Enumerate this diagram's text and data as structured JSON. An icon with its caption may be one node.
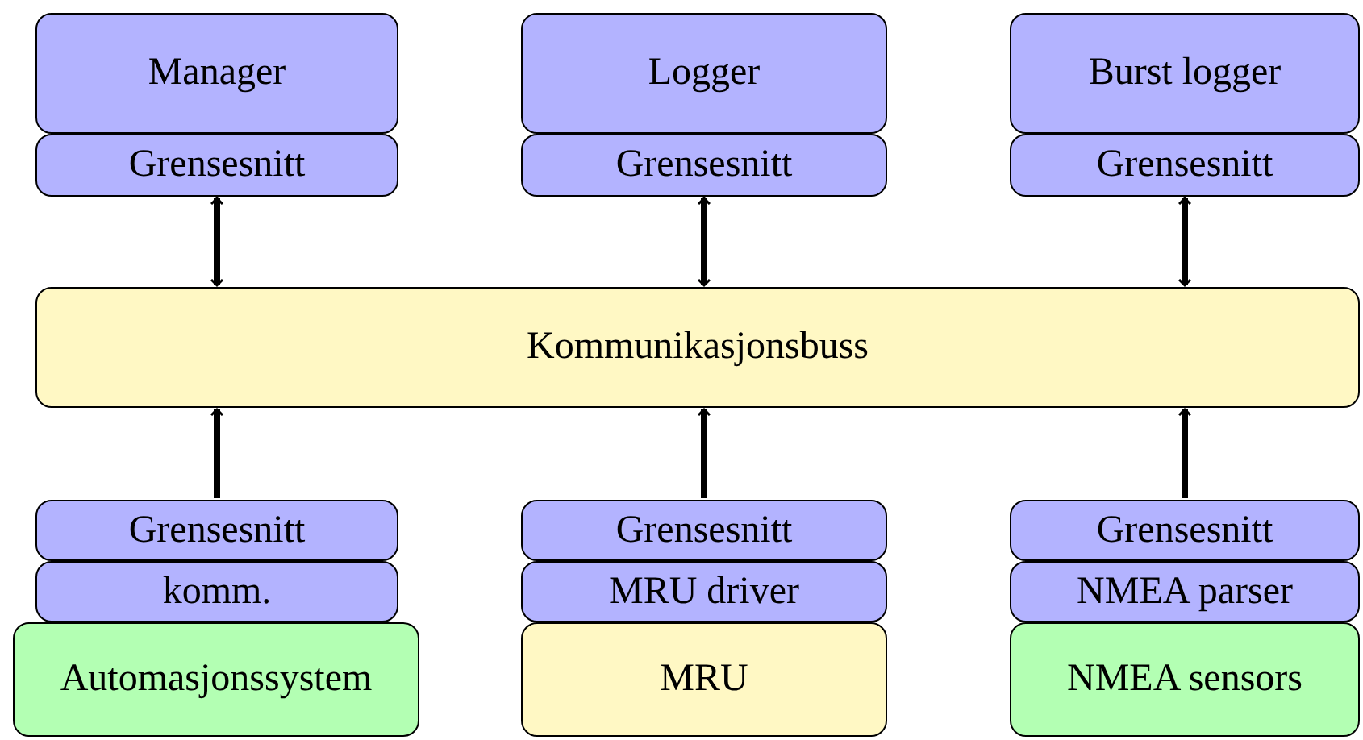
{
  "diagram": {
    "nodes": [
      {
        "text": [
          "Manager"
        ]
      },
      {
        "text": [
          "Grensesnitt"
        ]
      },
      {
        "text": [
          "Logger"
        ]
      },
      {
        "text": [
          "Grensesnitt"
        ]
      },
      {
        "text": [
          "Burst logger"
        ]
      },
      {
        "text": [
          "Grensesnitt"
        ]
      },
      {
        "text": [
          "Kommunikasjonsbuss"
        ]
      },
      {
        "text": [
          "Grensesnitt"
        ]
      },
      {
        "text": [
          "komm."
        ]
      },
      {
        "text": [
          "Automasjonssystem"
        ]
      },
      {
        "text": [
          "Grensesnitt"
        ]
      },
      {
        "text": [
          "MRU driver"
        ]
      },
      {
        "text": [
          "MRU"
        ]
      },
      {
        "text": [
          "Grensesnitt"
        ]
      },
      {
        "text": [
          "NMEA parser"
        ]
      },
      {
        "text": [
          "NMEA sensors"
        ]
      }
    ],
    "edges": [
      {
        "from": 1,
        "to": 6,
        "arrow": "both"
      },
      {
        "from": 3,
        "to": 6,
        "arrow": "both"
      },
      {
        "from": 5,
        "to": 6,
        "arrow": "both"
      },
      {
        "from": 7,
        "to": 6,
        "arrow": "to"
      },
      {
        "from": 10,
        "to": 6,
        "arrow": "to"
      },
      {
        "from": 13,
        "to": 6,
        "arrow": "to"
      }
    ]
  }
}
